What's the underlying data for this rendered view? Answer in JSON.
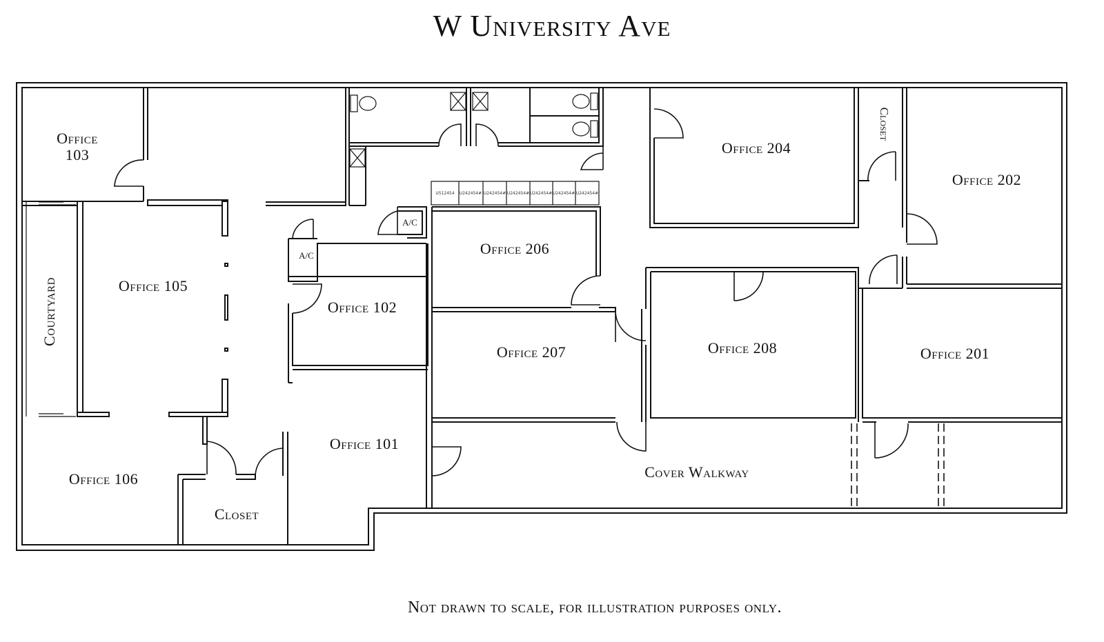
{
  "header": {
    "street": "W University Ave"
  },
  "rooms": {
    "office_103_line1": "Office",
    "office_103_line2": "103",
    "office_105": "Office 105",
    "office_106": "Office 106",
    "office_102": "Office 102",
    "office_101": "Office 101",
    "office_206": "Office 206",
    "office_207": "Office 207",
    "office_204": "Office 204",
    "office_208": "Office 208",
    "office_202": "Office 202",
    "office_201": "Office 201",
    "courtyard": "Courtyard",
    "closet_lower": "Closet",
    "closet_upper": "Closet",
    "cover_walkway": "Cover Walkway",
    "ac_upper": "A/C",
    "ac_lower": "A/C"
  },
  "lockers": [
    "U512454",
    "U242454#",
    "U242454#",
    "U242454#",
    "U242454#",
    "U242454#",
    "U242454#"
  ],
  "footer": {
    "disclaimer": "Not drawn to scale, for illustration purposes only."
  }
}
